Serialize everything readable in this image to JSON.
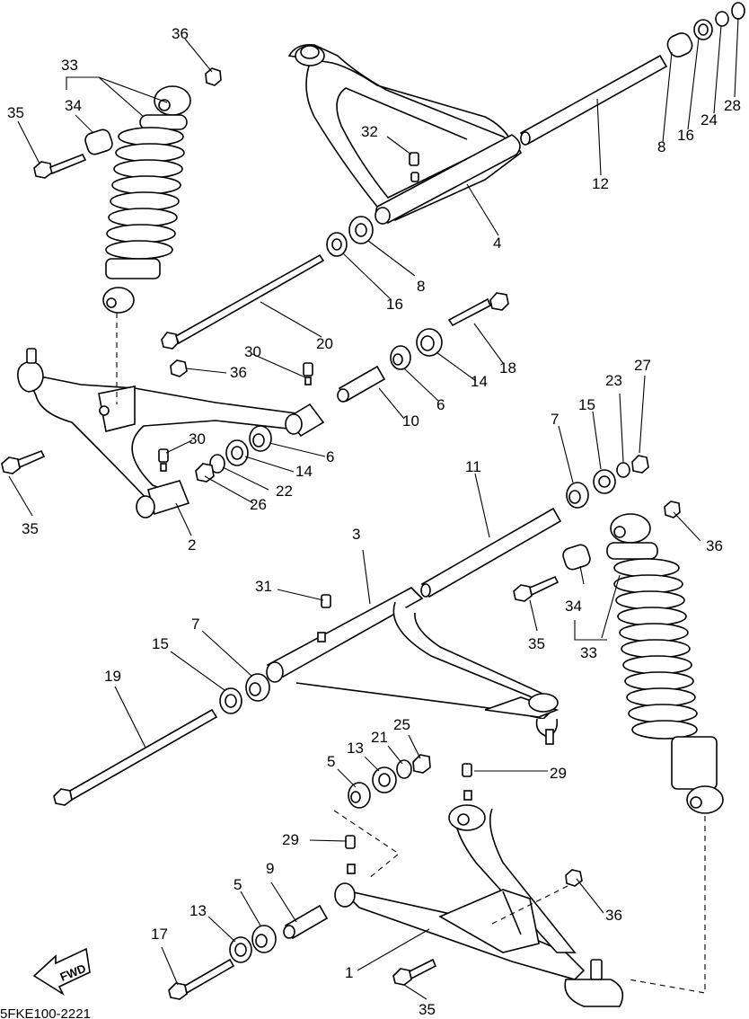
{
  "diagram": {
    "code": "5FKE100-2221",
    "fwd_label": "FWD",
    "callouts": [
      {
        "id": "36a",
        "text": "36"
      },
      {
        "id": "33a",
        "text": "33"
      },
      {
        "id": "34a",
        "text": "34"
      },
      {
        "id": "35a",
        "text": "35"
      },
      {
        "id": "32",
        "text": "32"
      },
      {
        "id": "8a",
        "text": "8"
      },
      {
        "id": "16a",
        "text": "16"
      },
      {
        "id": "24",
        "text": "24"
      },
      {
        "id": "28",
        "text": "28"
      },
      {
        "id": "12",
        "text": "12"
      },
      {
        "id": "4",
        "text": "4"
      },
      {
        "id": "8b",
        "text": "8"
      },
      {
        "id": "16b",
        "text": "16"
      },
      {
        "id": "20",
        "text": "20"
      },
      {
        "id": "30a",
        "text": "30"
      },
      {
        "id": "36b",
        "text": "36"
      },
      {
        "id": "18",
        "text": "18"
      },
      {
        "id": "14a",
        "text": "14"
      },
      {
        "id": "6a",
        "text": "6"
      },
      {
        "id": "10",
        "text": "10"
      },
      {
        "id": "30b",
        "text": "30"
      },
      {
        "id": "6b",
        "text": "6"
      },
      {
        "id": "14b",
        "text": "14"
      },
      {
        "id": "22",
        "text": "22"
      },
      {
        "id": "26",
        "text": "26"
      },
      {
        "id": "35b",
        "text": "35"
      },
      {
        "id": "2",
        "text": "2"
      },
      {
        "id": "7a",
        "text": "7"
      },
      {
        "id": "15a",
        "text": "15"
      },
      {
        "id": "23",
        "text": "23"
      },
      {
        "id": "27",
        "text": "27"
      },
      {
        "id": "11",
        "text": "11"
      },
      {
        "id": "3",
        "text": "3"
      },
      {
        "id": "36c",
        "text": "36"
      },
      {
        "id": "31",
        "text": "31"
      },
      {
        "id": "34b",
        "text": "34"
      },
      {
        "id": "35c",
        "text": "35"
      },
      {
        "id": "33b",
        "text": "33"
      },
      {
        "id": "7b",
        "text": "7"
      },
      {
        "id": "15b",
        "text": "15"
      },
      {
        "id": "19",
        "text": "19"
      },
      {
        "id": "25",
        "text": "25"
      },
      {
        "id": "21",
        "text": "21"
      },
      {
        "id": "13a",
        "text": "13"
      },
      {
        "id": "5a",
        "text": "5"
      },
      {
        "id": "29a",
        "text": "29"
      },
      {
        "id": "29b",
        "text": "29"
      },
      {
        "id": "9",
        "text": "9"
      },
      {
        "id": "5b",
        "text": "5"
      },
      {
        "id": "13b",
        "text": "13"
      },
      {
        "id": "17",
        "text": "17"
      },
      {
        "id": "36d",
        "text": "36"
      },
      {
        "id": "1",
        "text": "1"
      },
      {
        "id": "35d",
        "text": "35"
      }
    ]
  }
}
